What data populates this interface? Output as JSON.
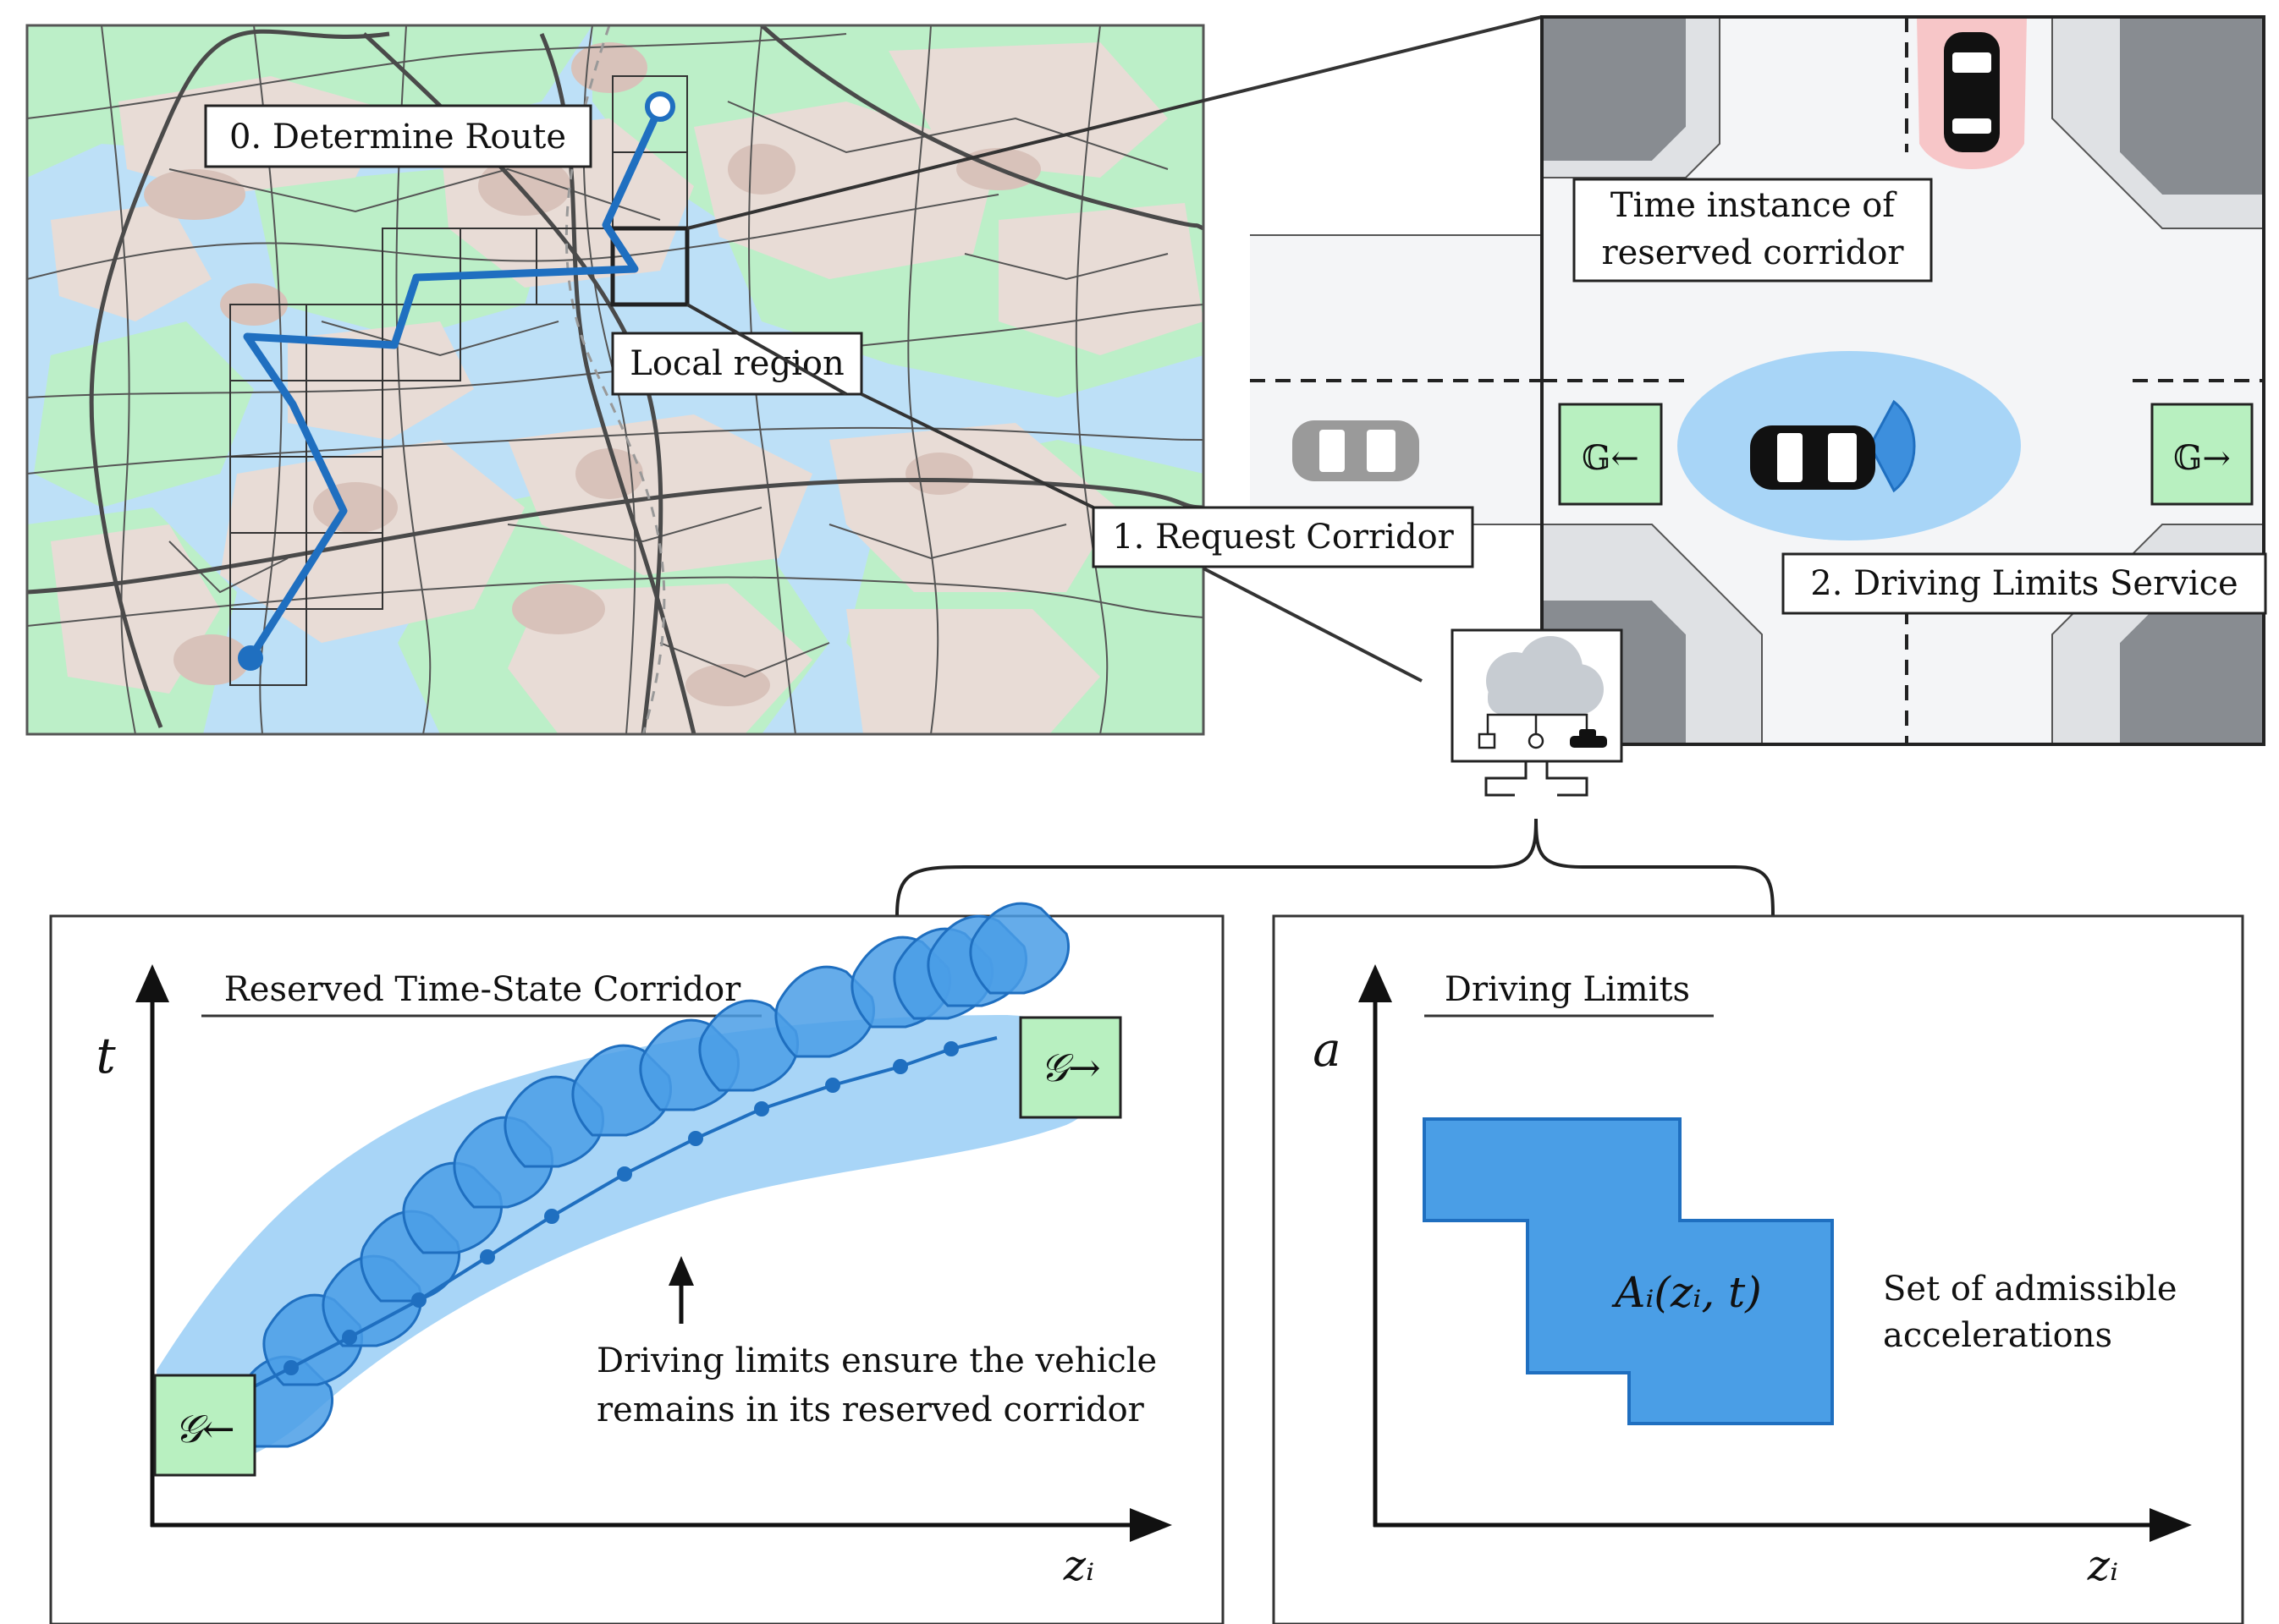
{
  "map": {
    "label_route": "0. Determine Route",
    "label_local": "Local region"
  },
  "intersection": {
    "label_time_line1": "Time instance of",
    "label_time_line2": "reserved corridor",
    "goal_left": "𝔾←",
    "goal_right": "𝔾→",
    "label_service": "2. Driving Limits Service"
  },
  "request": {
    "label": "1. Request Corridor"
  },
  "corridor_panel": {
    "title": "Reserved Time-State Corridor",
    "y_axis": "t",
    "x_axis": "zᵢ",
    "goal_start": "𝒢←",
    "goal_end": "𝒢→",
    "note_line1": "Driving limits ensure the vehicle",
    "note_line2": "remains in its reserved corridor"
  },
  "limits_panel": {
    "title": "Driving Limits",
    "y_axis": "a",
    "x_axis": "zᵢ",
    "set_label": "Aᵢ(zᵢ, t)",
    "note_line1": "Set of admissible",
    "note_line2": "accelerations"
  },
  "colors": {
    "water": "#bde0f7",
    "park": "#bcefc8",
    "urban": "#e8dcd6",
    "route": "#1f6fc0",
    "corridor": "#a8d5f7",
    "footprint": "#4a9ee6",
    "goal": "#b8f0c0",
    "ego_car_halo": "#a8d5f7",
    "other_car_halo": "#f7c6c8"
  }
}
